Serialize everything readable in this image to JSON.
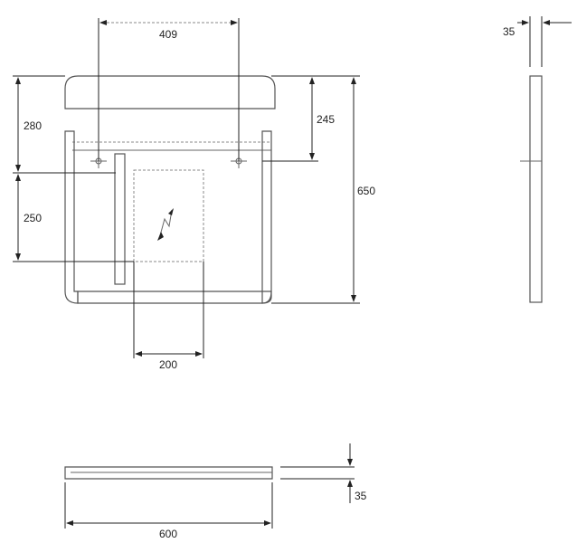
{
  "dimensions": {
    "mount_spacing": "409",
    "top_to_mount": "280",
    "box_height": "250",
    "box_width": "200",
    "bracket_offset": "245",
    "total_height": "650",
    "side_depth": "35",
    "bottom_depth": "35",
    "total_width": "600"
  },
  "icons": {
    "electrical_box": "lightning-bolt-icon",
    "mount_point": "crosshair-icon"
  }
}
